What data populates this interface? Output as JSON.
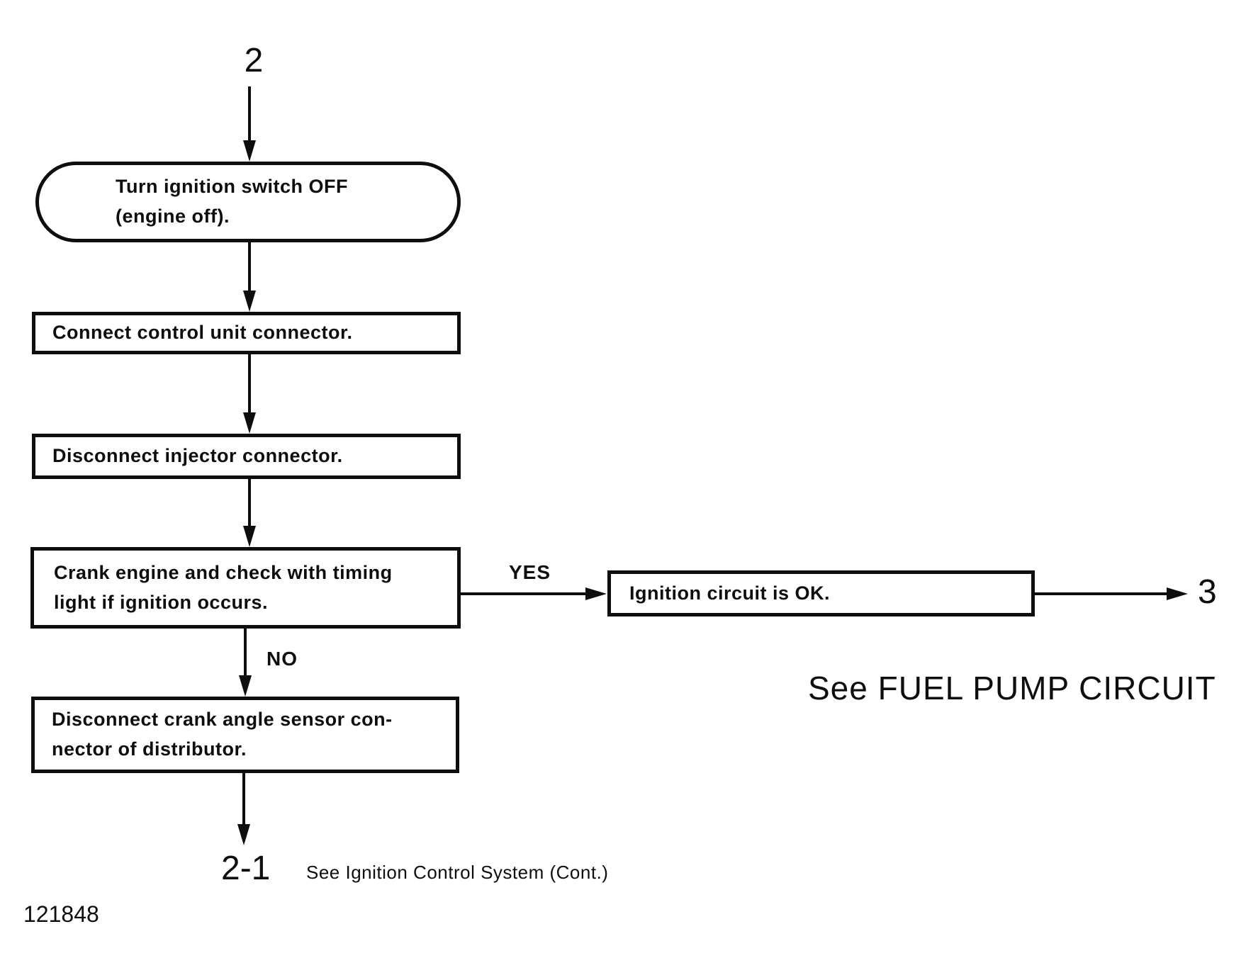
{
  "colors": {
    "ink": "#0e0e0e",
    "background": "#ffffff"
  },
  "flowchart": {
    "connectors": {
      "entry": "2",
      "exit_right": "3",
      "exit_bottom": "2-1"
    },
    "nodes": {
      "turn_ignition_off": "Turn ignition switch OFF\n(engine off).",
      "connect_control_unit": "Connect control unit connector.",
      "disconnect_injector": "Disconnect injector connector.",
      "crank_engine": "Crank engine and check with timing\nlight if ignition occurs.",
      "ignition_ok": "Ignition circuit is OK.",
      "disconnect_crank_sensor": "Disconnect crank angle sensor con-\nnector of distributor."
    },
    "branch_labels": {
      "yes": "YES",
      "no": "NO"
    },
    "notes": {
      "bottom": "See Ignition Control System (Cont.)",
      "fuel_pump": "See FUEL PUMP CIRCUIT"
    },
    "figure_number": "121848"
  }
}
